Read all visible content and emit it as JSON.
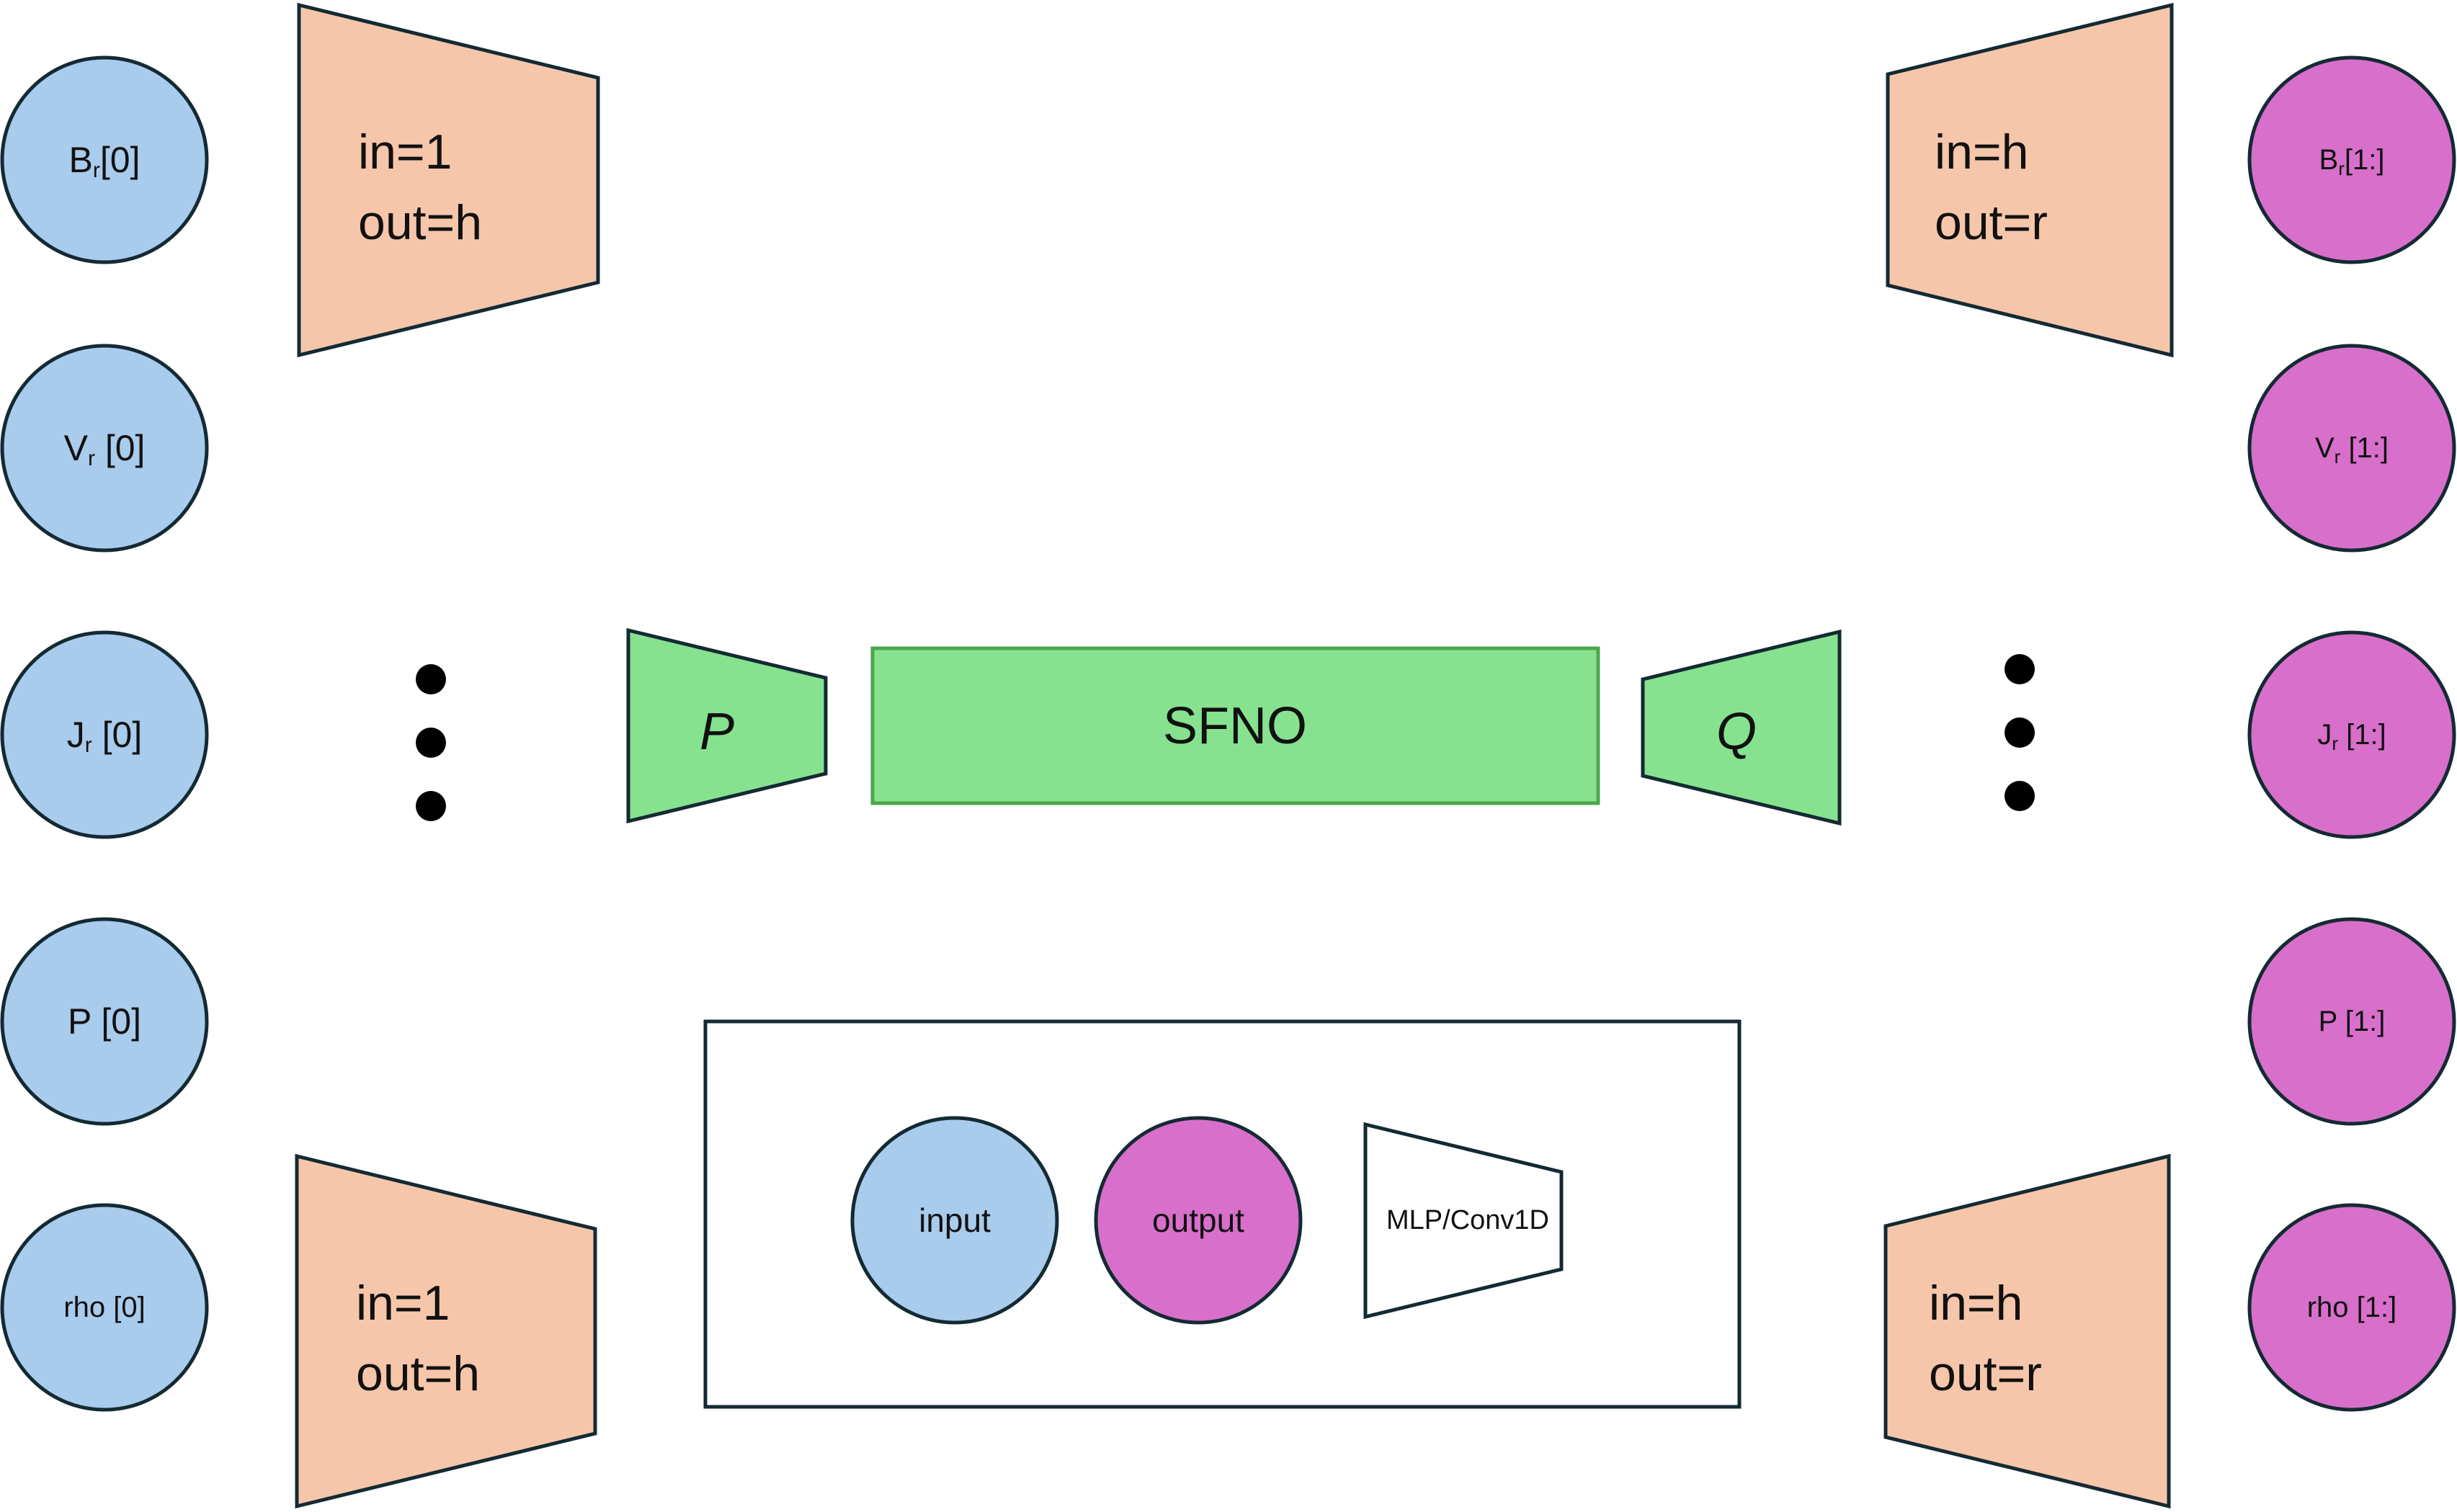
{
  "colors": {
    "input": "#a9cbec",
    "output": "#d86fcb",
    "encoder": "#f6c6ab",
    "core": "#86e28e",
    "core_border": "#4ca64c",
    "outline": "#142a33"
  },
  "inputs": [
    {
      "base": "B",
      "sub": "r",
      "index": "[0]"
    },
    {
      "base": "V",
      "sub": "r",
      "index": " [0]"
    },
    {
      "base": "J",
      "sub": "r",
      "index": " [0]"
    },
    {
      "base": "P [0]",
      "sub": "",
      "index": ""
    },
    {
      "base": "rho [0]",
      "sub": "",
      "index": ""
    }
  ],
  "outputs": [
    {
      "base": "B",
      "sub": "r",
      "index": "[1:]"
    },
    {
      "base": "V",
      "sub": "r",
      "index": " [1:]"
    },
    {
      "base": "J",
      "sub": "r",
      "index": " [1:]"
    },
    {
      "base": "P [1:]",
      "sub": "",
      "index": ""
    },
    {
      "base": "rho [1:]",
      "sub": "",
      "index": ""
    }
  ],
  "encoders": {
    "input_top": {
      "line1": "in=1",
      "line2": "out=h"
    },
    "input_bottom": {
      "line1": "in=1",
      "line2": "out=h"
    },
    "output_top": {
      "line1": "in=h",
      "line2": "out=r"
    },
    "output_bottom": {
      "line1": "in=h",
      "line2": "out=r"
    }
  },
  "core": {
    "lift": "P",
    "operator": "SFNO",
    "project": "Q"
  },
  "legend": {
    "input": "input",
    "output": "output",
    "layer": "MLP/Conv1D"
  }
}
